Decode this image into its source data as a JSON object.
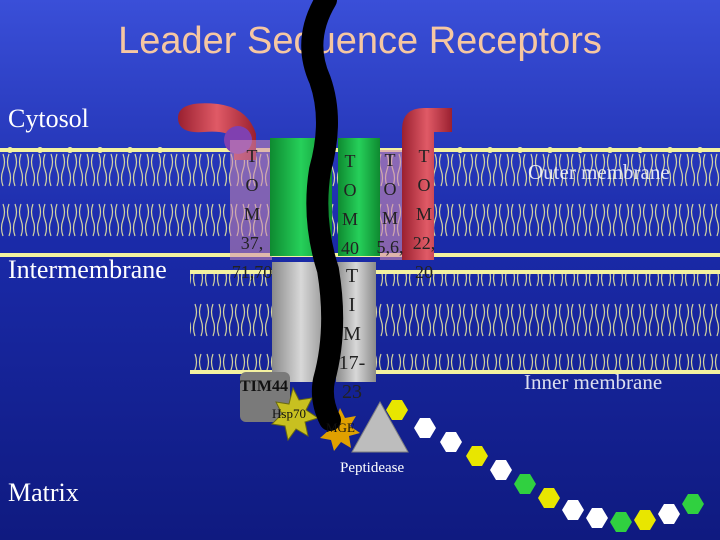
{
  "title": "Leader Sequence Receptors",
  "labels": {
    "cytosol": "Cytosol",
    "intermembrane": "Intermembrane",
    "matrix": "Matrix",
    "outer_membrane": "Outer membrane",
    "inner_membrane": "Inner membrane"
  },
  "proteins": {
    "tom37": [
      "T",
      "O",
      "M",
      "37,",
      "71,70"
    ],
    "tom40": [
      "T",
      "O",
      "M",
      "40"
    ],
    "tom56": [
      "T",
      "O",
      "M",
      "5,6,"
    ],
    "tom2220": [
      "T",
      "O",
      "M",
      "22,",
      "20"
    ],
    "tim": [
      "T",
      "I",
      "M",
      "17-",
      "23"
    ],
    "tim44": "TIM44",
    "hsp70": "Hsp70",
    "mge": "MGE",
    "peptidease": "Peptidease"
  },
  "colors": {
    "background": "#2233b8",
    "title": "#f6c7a2",
    "membrane": "#f4f2a0",
    "receptor_red": "#d8505a",
    "receptor_purple": "#8040b0",
    "tom_green": "#22c050",
    "tim_gray": "#bfbfbf",
    "hsp70": "#c8c020",
    "chain": "#000000"
  }
}
